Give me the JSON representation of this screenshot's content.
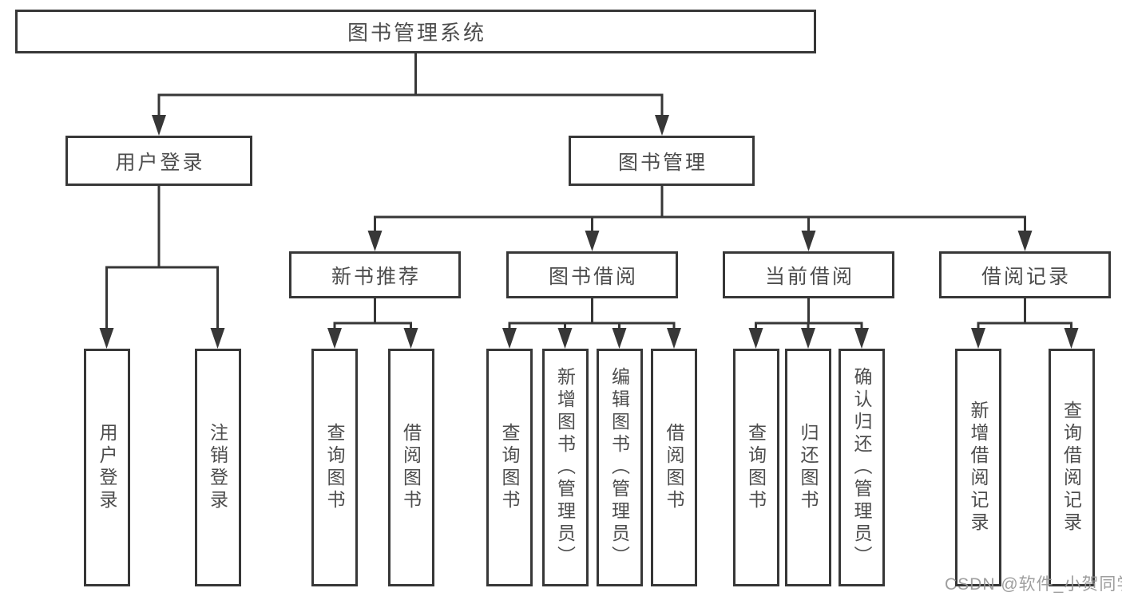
{
  "tree": {
    "label": "图书管理系统",
    "children": [
      {
        "label": "用户登录",
        "children": [
          {
            "label": "用户登录"
          },
          {
            "label": "注销登录"
          }
        ]
      },
      {
        "label": "图书管理",
        "children": [
          {
            "label": "新书推荐",
            "children": [
              {
                "label": "查询图书"
              },
              {
                "label": "借阅图书"
              }
            ]
          },
          {
            "label": "图书借阅",
            "children": [
              {
                "label": "查询图书"
              },
              {
                "label": "新增图书（管理员）"
              },
              {
                "label": "编辑图书（管理员）"
              },
              {
                "label": "借阅图书"
              }
            ]
          },
          {
            "label": "当前借阅",
            "children": [
              {
                "label": "查询图书"
              },
              {
                "label": "归还图书"
              },
              {
                "label": "确认归还（管理员）"
              }
            ]
          },
          {
            "label": "借阅记录",
            "children": [
              {
                "label": "新增借阅记录"
              },
              {
                "label": "查询借阅记录"
              }
            ]
          }
        ]
      }
    ]
  },
  "colors": {
    "line": "#373737",
    "text": "#4d4d4d",
    "watermark": "#969696"
  },
  "watermark": "CSDN @软件_小贺同学"
}
